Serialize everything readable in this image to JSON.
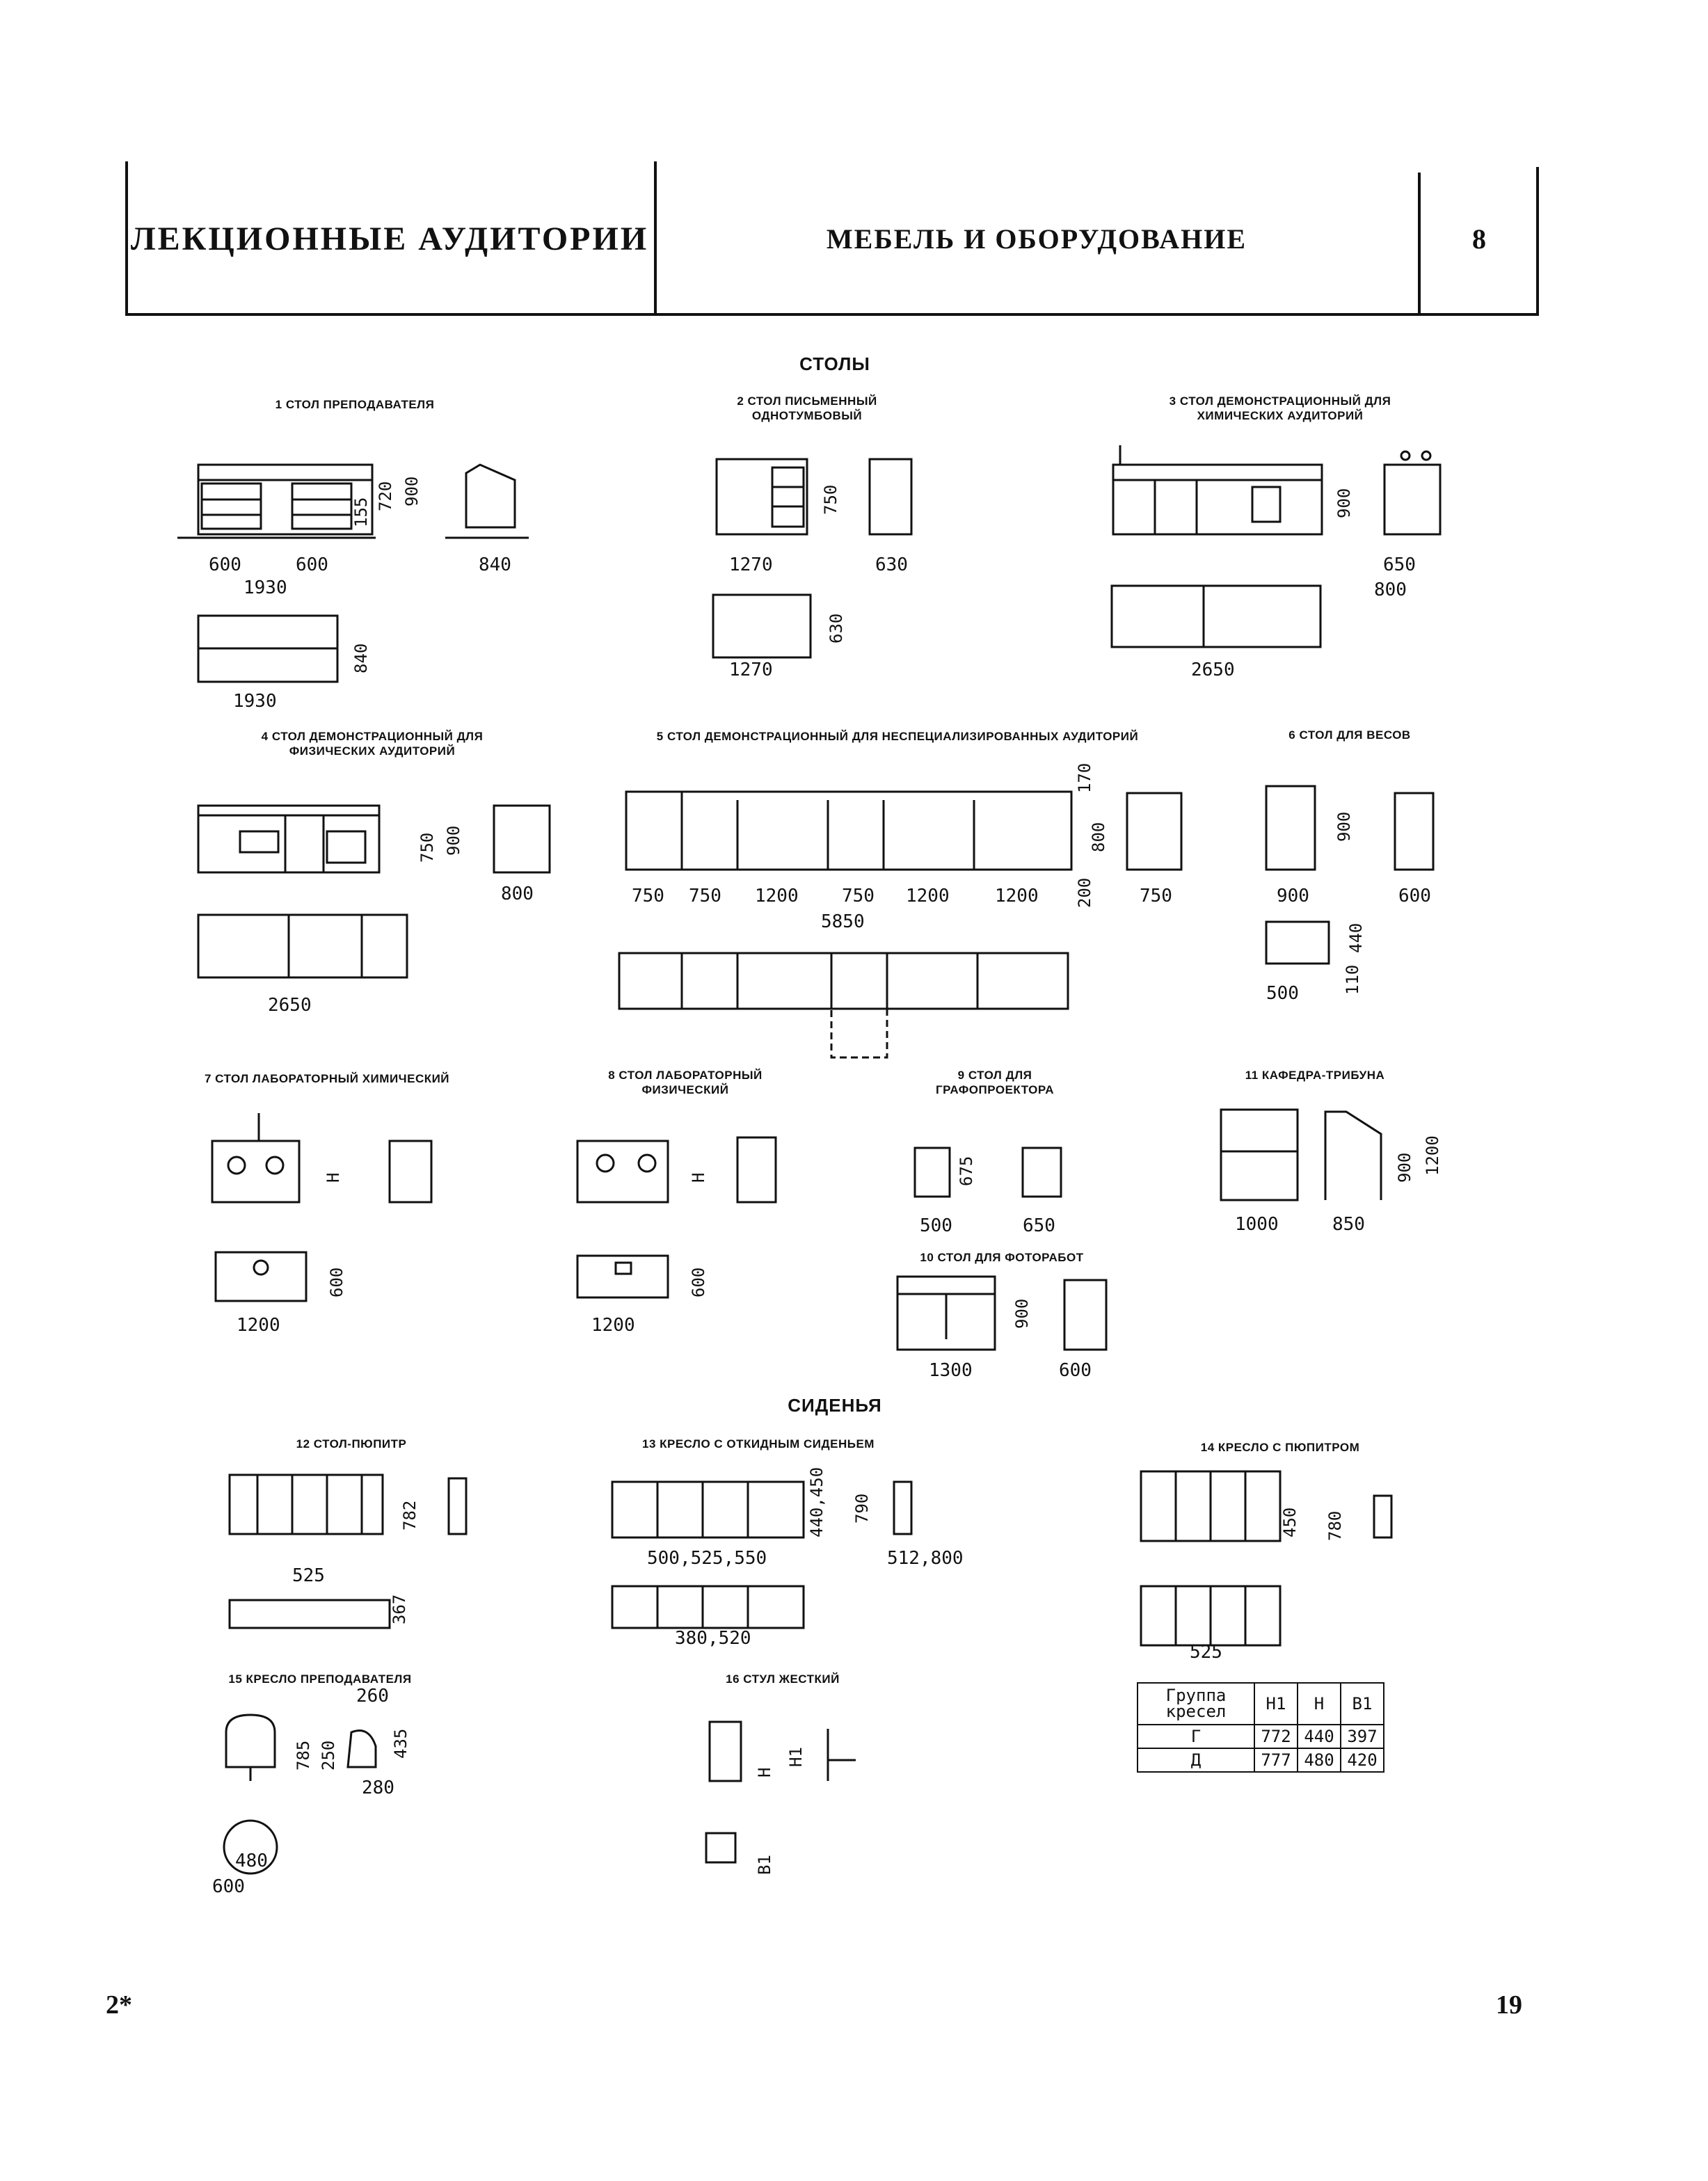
{
  "header": {
    "left_title": "ЛЕКЦИОННЫЕ АУДИТОРИИ",
    "center_title": "МЕБЕЛЬ И ОБОРУДОВАНИЕ",
    "sheet_number": "8"
  },
  "sections": {
    "tables": "СТОЛЫ",
    "seating": "СИДЕНЬЯ"
  },
  "items": [
    {
      "caption": "1 СТОЛ ПРЕПОДАВАТЕЛЯ",
      "dims": [
        "600",
        "600",
        "1930",
        "840",
        "1930",
        "155",
        "720",
        "900",
        "840"
      ]
    },
    {
      "caption": "2 СТОЛ ПИСЬМЕННЫЙ ОДНОТУМБОВЫЙ",
      "dims": [
        "1270",
        "630",
        "750",
        "1270",
        "630"
      ]
    },
    {
      "caption": "3 СТОЛ ДЕМОНСТРАЦИОННЫЙ ДЛЯ ХИМИЧЕСКИХ АУДИТОРИЙ",
      "dims": [
        "900",
        "650",
        "800",
        "2650"
      ]
    },
    {
      "caption": "4 СТОЛ ДЕМОНСТРАЦИОННЫЙ ДЛЯ ФИЗИЧЕСКИХ АУДИТОРИЙ",
      "dims": [
        "750",
        "900",
        "800",
        "2650"
      ]
    },
    {
      "caption": "5 СТОЛ ДЕМОНСТРАЦИОННЫЙ ДЛЯ НЕСПЕЦИАЛИЗИРОВАННЫХ АУДИТОРИЙ",
      "dims": [
        "170",
        "800",
        "200",
        "750",
        "750",
        "1200",
        "750",
        "1200",
        "1200",
        "750",
        "5850"
      ]
    },
    {
      "caption": "6 СТОЛ ДЛЯ ВЕСОВ",
      "dims": [
        "900",
        "900",
        "600",
        "440",
        "110",
        "500"
      ]
    },
    {
      "caption": "7 СТОЛ ЛАБОРАТОРНЫЙ ХИМИЧЕСКИЙ",
      "dims": [
        "H",
        "600",
        "1200"
      ]
    },
    {
      "caption": "8 СТОЛ ЛАБОРАТОРНЫЙ ФИЗИЧЕСКИЙ",
      "dims": [
        "H",
        "600",
        "1200"
      ]
    },
    {
      "caption": "9 СТОЛ ДЛЯ ГРАФОПРОЕКТОРА",
      "dims": [
        "675",
        "500",
        "650"
      ]
    },
    {
      "caption": "10 СТОЛ ДЛЯ ФОТОРАБОТ",
      "dims": [
        "900",
        "1300",
        "600"
      ]
    },
    {
      "caption": "11 КАФЕДРА-ТРИБУНА",
      "dims": [
        "900",
        "1200",
        "1000",
        "850"
      ]
    },
    {
      "caption": "12 СТОЛ-ПЮПИТР",
      "dims": [
        "782",
        "525",
        "367"
      ]
    },
    {
      "caption": "13 КРЕСЛО С ОТКИДНЫМ СИДЕНЬЕМ",
      "dims": [
        "440,450",
        "790",
        "500,525,550",
        "512,800",
        "380,520"
      ]
    },
    {
      "caption": "14 КРЕСЛО С ПЮПИТРОМ",
      "dims": [
        "450",
        "780",
        "525"
      ]
    },
    {
      "caption": "15 КРЕСЛО ПРЕПОДАВАТЕЛЯ",
      "dims": [
        "260",
        "785",
        "250",
        "435",
        "280",
        "480",
        "600"
      ]
    },
    {
      "caption": "16 СТУЛ ЖЕСТКИЙ",
      "dims": [
        "H",
        "H1",
        "B1"
      ]
    }
  ],
  "seat_table": {
    "headers": [
      "Группа кресел",
      "H1",
      "H",
      "B1"
    ],
    "rows": [
      [
        "Г",
        "772",
        "440",
        "397"
      ],
      [
        "Д",
        "777",
        "480",
        "420"
      ]
    ]
  },
  "footer": {
    "left_mark": "2*",
    "page_number": "19"
  }
}
